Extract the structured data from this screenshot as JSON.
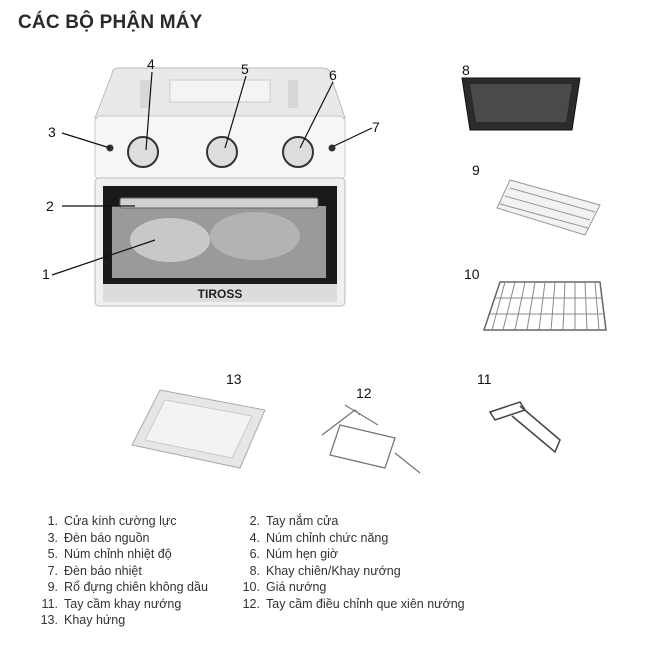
{
  "title": "CÁC BỘ PHẬN MÁY",
  "oven_brand": "TIROSS",
  "callouts": [
    "1",
    "2",
    "3",
    "4",
    "5",
    "6",
    "7",
    "8",
    "9",
    "10",
    "11",
    "12",
    "13"
  ],
  "legend": [
    {
      "n": "1.",
      "label": "Cửa kính cường lực"
    },
    {
      "n": "2.",
      "label": "Tay nắm cửa"
    },
    {
      "n": "3.",
      "label": "Đèn báo nguồn"
    },
    {
      "n": "4.",
      "label": "Núm chỉnh chức năng"
    },
    {
      "n": "5.",
      "label": "Núm chỉnh nhiệt độ"
    },
    {
      "n": "6.",
      "label": "Núm hẹn giờ"
    },
    {
      "n": "7.",
      "label": "Đèn báo nhiệt"
    },
    {
      "n": "8.",
      "label": "Khay chiên/Khay nướng"
    },
    {
      "n": "9.",
      "label": "Rổ đựng chiên không dầu"
    },
    {
      "n": "10.",
      "label": "Giá nướng"
    },
    {
      "n": "11.",
      "label": "Tay cầm khay nướng"
    },
    {
      "n": "12.",
      "label": "Tay cầm điều chỉnh que xiên nướng"
    },
    {
      "n": "13.",
      "label": "Khay hứng"
    }
  ]
}
